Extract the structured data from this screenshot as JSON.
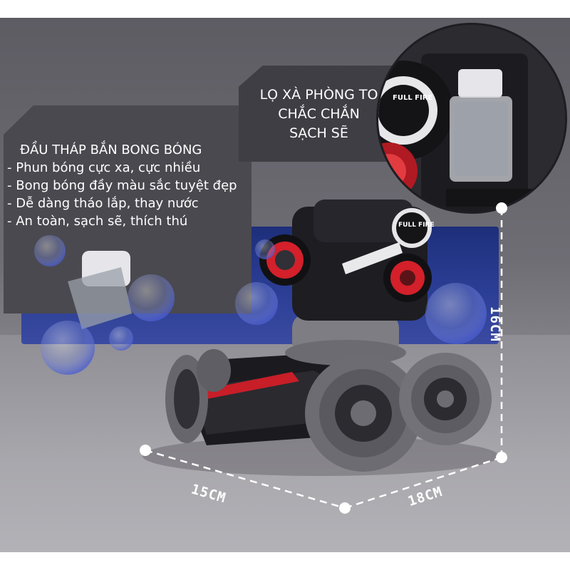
{
  "features": {
    "title": "ĐẦU THÁP BẮN BONG BÓNG",
    "items": [
      "- Phun bóng cực xa, cực nhiều",
      "- Bong bóng đầy màu sắc tuyệt đẹp",
      "- Dễ dàng tháo lắp, thay nước",
      "- An toàn, sạch sẽ, thích thú"
    ]
  },
  "soap_label": {
    "lines": [
      "LỌ XÀ PHÒNG TO",
      "CHẮC CHẮN",
      "SẠCH SẼ"
    ]
  },
  "dimensions": {
    "length": "15CM",
    "width": "18CM",
    "height": "16CM"
  },
  "turret_badge": "FULL FIRE",
  "colors": {
    "accent_red": "#d3202a",
    "bubble_blue": "#5a6cd8",
    "panel": "#4a494f"
  }
}
